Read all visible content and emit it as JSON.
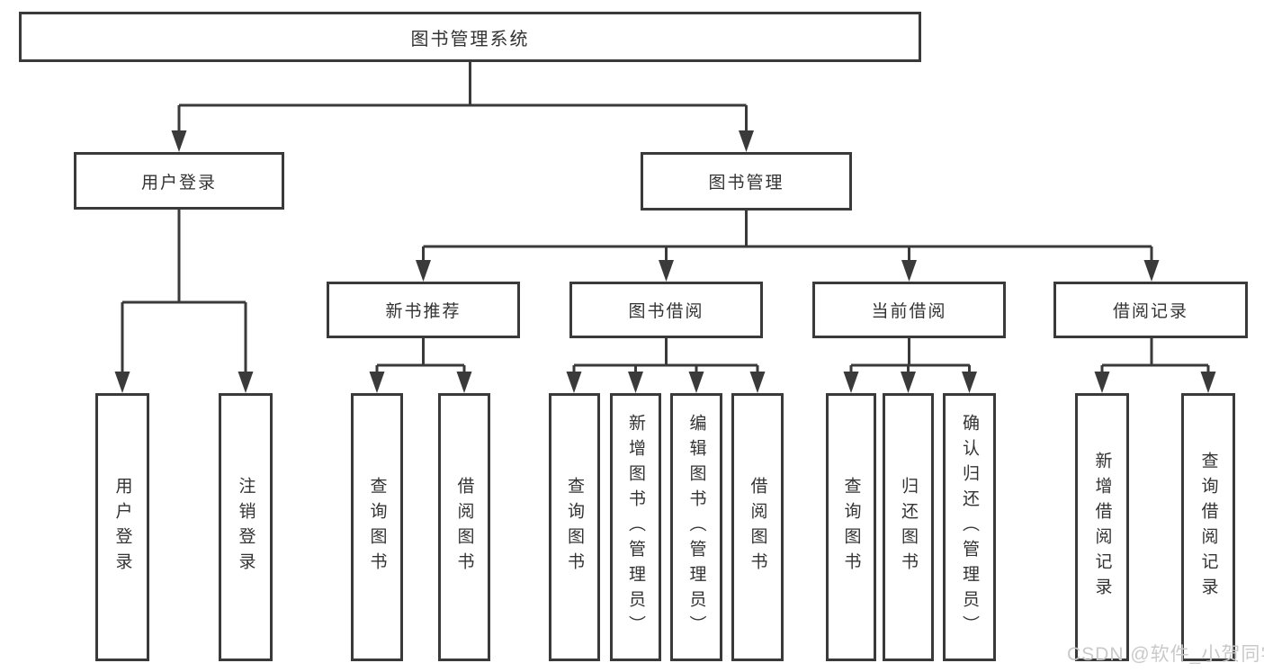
{
  "tree": {
    "root": {
      "label": "图书管理系统"
    },
    "branches": [
      {
        "label": "用户登录",
        "leaves": [
          "用户登录",
          "注销登录"
        ]
      },
      {
        "label": "图书管理",
        "sections": [
          {
            "label": "新书推荐",
            "leaves": [
              "查询图书",
              "借阅图书"
            ]
          },
          {
            "label": "图书借阅",
            "leaves": [
              "查询图书",
              "新增图书（管理员）",
              "编辑图书（管理员）",
              "借阅图书"
            ]
          },
          {
            "label": "当前借阅",
            "leaves": [
              "查询图书",
              "归还图书",
              "确认归还（管理员）"
            ]
          },
          {
            "label": "借阅记录",
            "leaves": [
              "新增借阅记录",
              "查询借阅记录"
            ]
          }
        ]
      }
    ]
  },
  "watermark": {
    "text": "CSDN @软件_小贺同学"
  },
  "colors": {
    "line": "#3a3a3a",
    "text": "#333333",
    "watermark": "#c9c9c9",
    "background": "#ffffff"
  }
}
